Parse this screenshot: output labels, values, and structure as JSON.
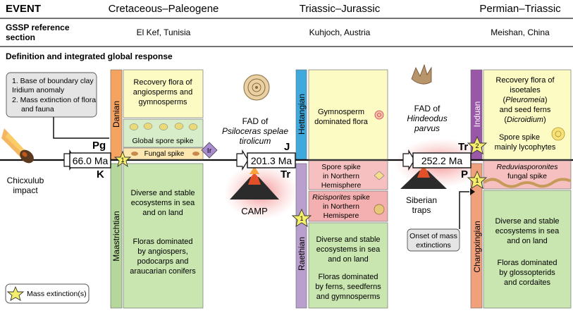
{
  "header": {
    "event": "EVENT",
    "events": [
      "Cretaceous–Paleogene",
      "Triassic–Jurassic",
      "Permian–Triassic"
    ],
    "gssp_label_1": "GSSP reference",
    "gssp_label_2": "section",
    "gssp_sites": [
      "El Kef, Tunisia",
      "Kuhjoch, Austria",
      "Meishan, China"
    ],
    "definition_label": "Definition and integrated global response"
  },
  "kpg": {
    "note_1": "1. Base of boundary clay",
    "note_1b": "Iridium anomaly",
    "note_2": "2. Mass extinction of flora",
    "note_2b": "and fauna",
    "impact_1": "Chicxulub",
    "impact_2": "impact",
    "age": "66.0 Ma",
    "upper_code": "Pg",
    "lower_code": "K",
    "upper_stage": "Danian",
    "lower_stage": "Maastrichtian",
    "recovery": [
      "Recovery flora of",
      "angiosperms and",
      "gymnosperms"
    ],
    "spore_spike": "Global spore spike",
    "fungal_spike": "Fungal spike",
    "iridium": "Ir",
    "pre_1": [
      "Diverse and stable",
      "ecosystems in sea",
      "and on land"
    ],
    "pre_2": [
      "Floras dominated",
      "by angiospers,",
      "podocarps and",
      "araucarian conifers"
    ]
  },
  "trj": {
    "fad_1": "FAD of",
    "fad_species_1": "Psiloceras spelae",
    "fad_species_2": "tirolicum",
    "age": "201.3 Ma",
    "upper_code": "J",
    "lower_code": "Tr",
    "upper_stage": "Hettangian",
    "lower_stage": "Raethian",
    "volcano": "CAMP",
    "upper_flora": [
      "Gymnosperm",
      "dominated flora"
    ],
    "spore_spike": [
      "Spore spike",
      "in Northern",
      "Hemisphere"
    ],
    "ricis_name": "Ricisporites",
    "ricis_rest": " spike",
    "ricis_2": "in Northern",
    "ricis_3": "Hemispere",
    "pre_1": [
      "Diverse and stable",
      "ecosystems in sea",
      "and on land"
    ],
    "pre_2": [
      "Floras dominated",
      "by ferns, seedferns",
      "and gymnosperms"
    ]
  },
  "ptr": {
    "fad_1": "FAD of",
    "fad_species_1": "Hindeodus",
    "fad_species_2": "parvus",
    "age": "252.2 Ma",
    "upper_code": "Tr",
    "lower_code": "P",
    "upper_stage": "Induan",
    "lower_stage": "Changxingian",
    "volcano_1": "Siberian",
    "volcano_2": "traps",
    "onset_1": "Onset of mass",
    "onset_2": "extinctions",
    "recovery_1": "Recovery flora of",
    "recovery_2": "isoetales",
    "recovery_3a": "(",
    "recovery_3b": "Pleuromeia",
    "recovery_3c": ")",
    "recovery_4": "and seed ferns",
    "recovery_5a": "(",
    "recovery_5b": "Dicroidium",
    "recovery_5c": ")",
    "spore_1": "Spore spike",
    "spore_2": "mainly lycophytes",
    "redu_name": "Reduviasporonites",
    "redu_2": "fungal spike",
    "pre_1": [
      "Diverse and stable",
      "ecosystems in sea",
      "and on land"
    ],
    "pre_2": [
      "Floras dominated",
      "by glossopterids",
      "and cordaites"
    ]
  },
  "legend": {
    "label": "Mass extinction(s)"
  },
  "markers": {
    "one": "1",
    "two": "2"
  },
  "colors": {
    "danian": "#f4a460",
    "maastrichtian": "#b5d79c",
    "hettangian": "#3fa9dd",
    "raethian": "#b89fcd",
    "induan": "#9a57a8",
    "changxingian": "#f0a07a",
    "recovery_yellow": "#fdfbc4",
    "stable_green": "#c9e6b0",
    "pink_box": "#f6c0c0",
    "star": "#f5ee6a"
  }
}
